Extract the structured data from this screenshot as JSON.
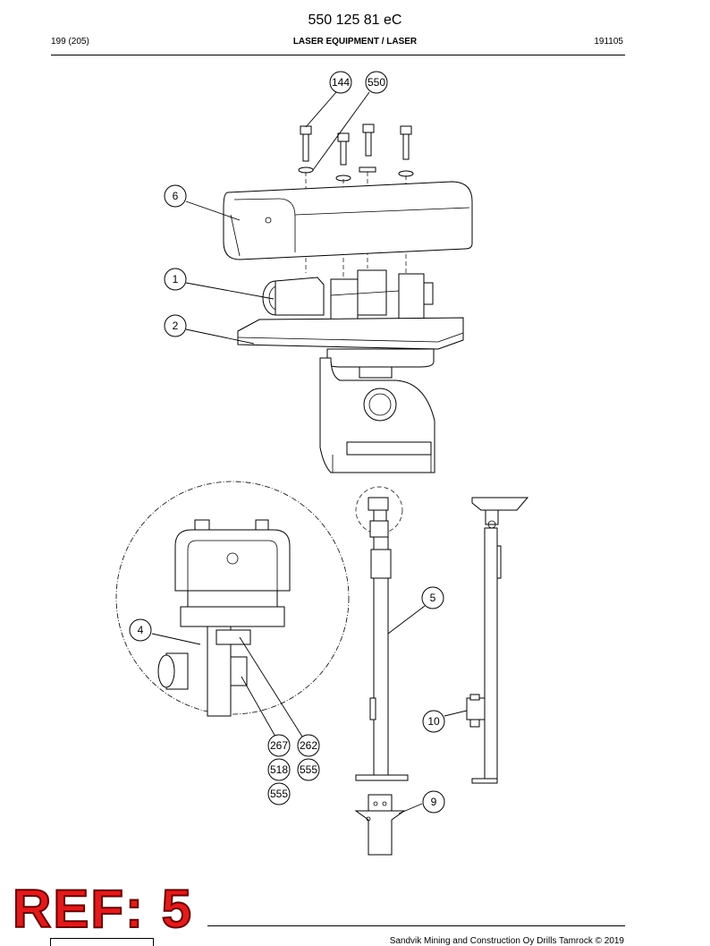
{
  "header": {
    "doc_number": "550 125 81 eC",
    "page": "199 (205)",
    "section": "LASER EQUIPMENT / LASER",
    "date_code": "191105"
  },
  "callouts": {
    "c144": "144",
    "c550": "550",
    "c6": "6",
    "c1": "1",
    "c2": "2",
    "c4": "4",
    "c5": "5",
    "c10": "10",
    "c267": "267",
    "c262": "262",
    "c518": "518",
    "c555a": "555",
    "c555b": "555",
    "c9": "9"
  },
  "stamp": {
    "ref": "REF: 5"
  },
  "footer": {
    "copyright": "Sandvik Mining and Construction Oy Drills Tamrock © 2019"
  }
}
